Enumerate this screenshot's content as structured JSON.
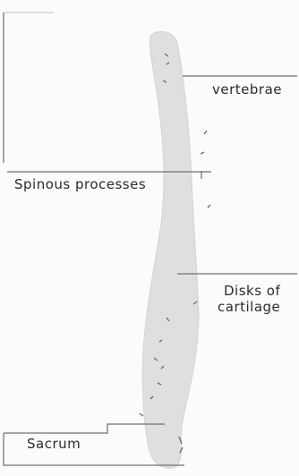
{
  "labels": {
    "vertebrae": "vertebrae",
    "spinous_processes": "Spinous processes",
    "disks_line1": "Disks of",
    "disks_line2": "cartilage",
    "sacrum": "Sacrum"
  },
  "colors": {
    "background": "#fbfbfb",
    "spine": "#c9c9c9",
    "spine_edge": "#b3b3b3",
    "leader_line": "#6f6f6f",
    "text": "#2b2b2b"
  }
}
